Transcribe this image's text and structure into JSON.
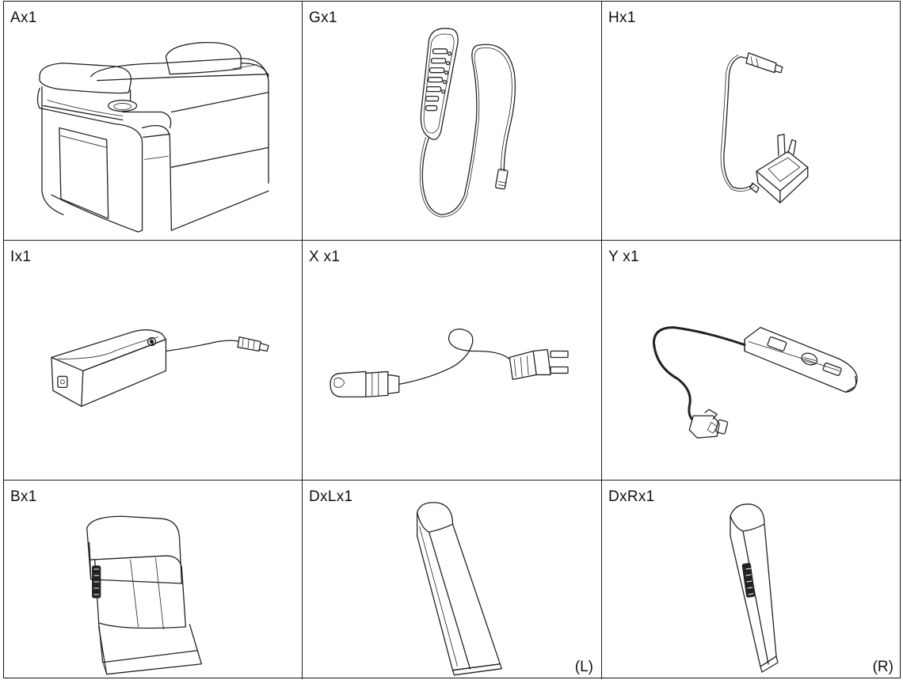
{
  "parts": [
    {
      "label": "Ax1",
      "illustration": "recliner-chair-base"
    },
    {
      "label": "Gx1",
      "illustration": "hand-remote-control"
    },
    {
      "label": "Hx1",
      "illustration": "wall-power-adapter"
    },
    {
      "label": "Ix1",
      "illustration": "transformer-box"
    },
    {
      "label": "X x1",
      "illustration": "power-cord"
    },
    {
      "label": "Y x1",
      "illustration": "control-switch"
    },
    {
      "label": "Bx1",
      "illustration": "backrest"
    },
    {
      "label": "DxLx1",
      "illustration": "armrest-left",
      "side": "(L)"
    },
    {
      "label": "DxRx1",
      "illustration": "armrest-right",
      "side": "(R)"
    }
  ]
}
